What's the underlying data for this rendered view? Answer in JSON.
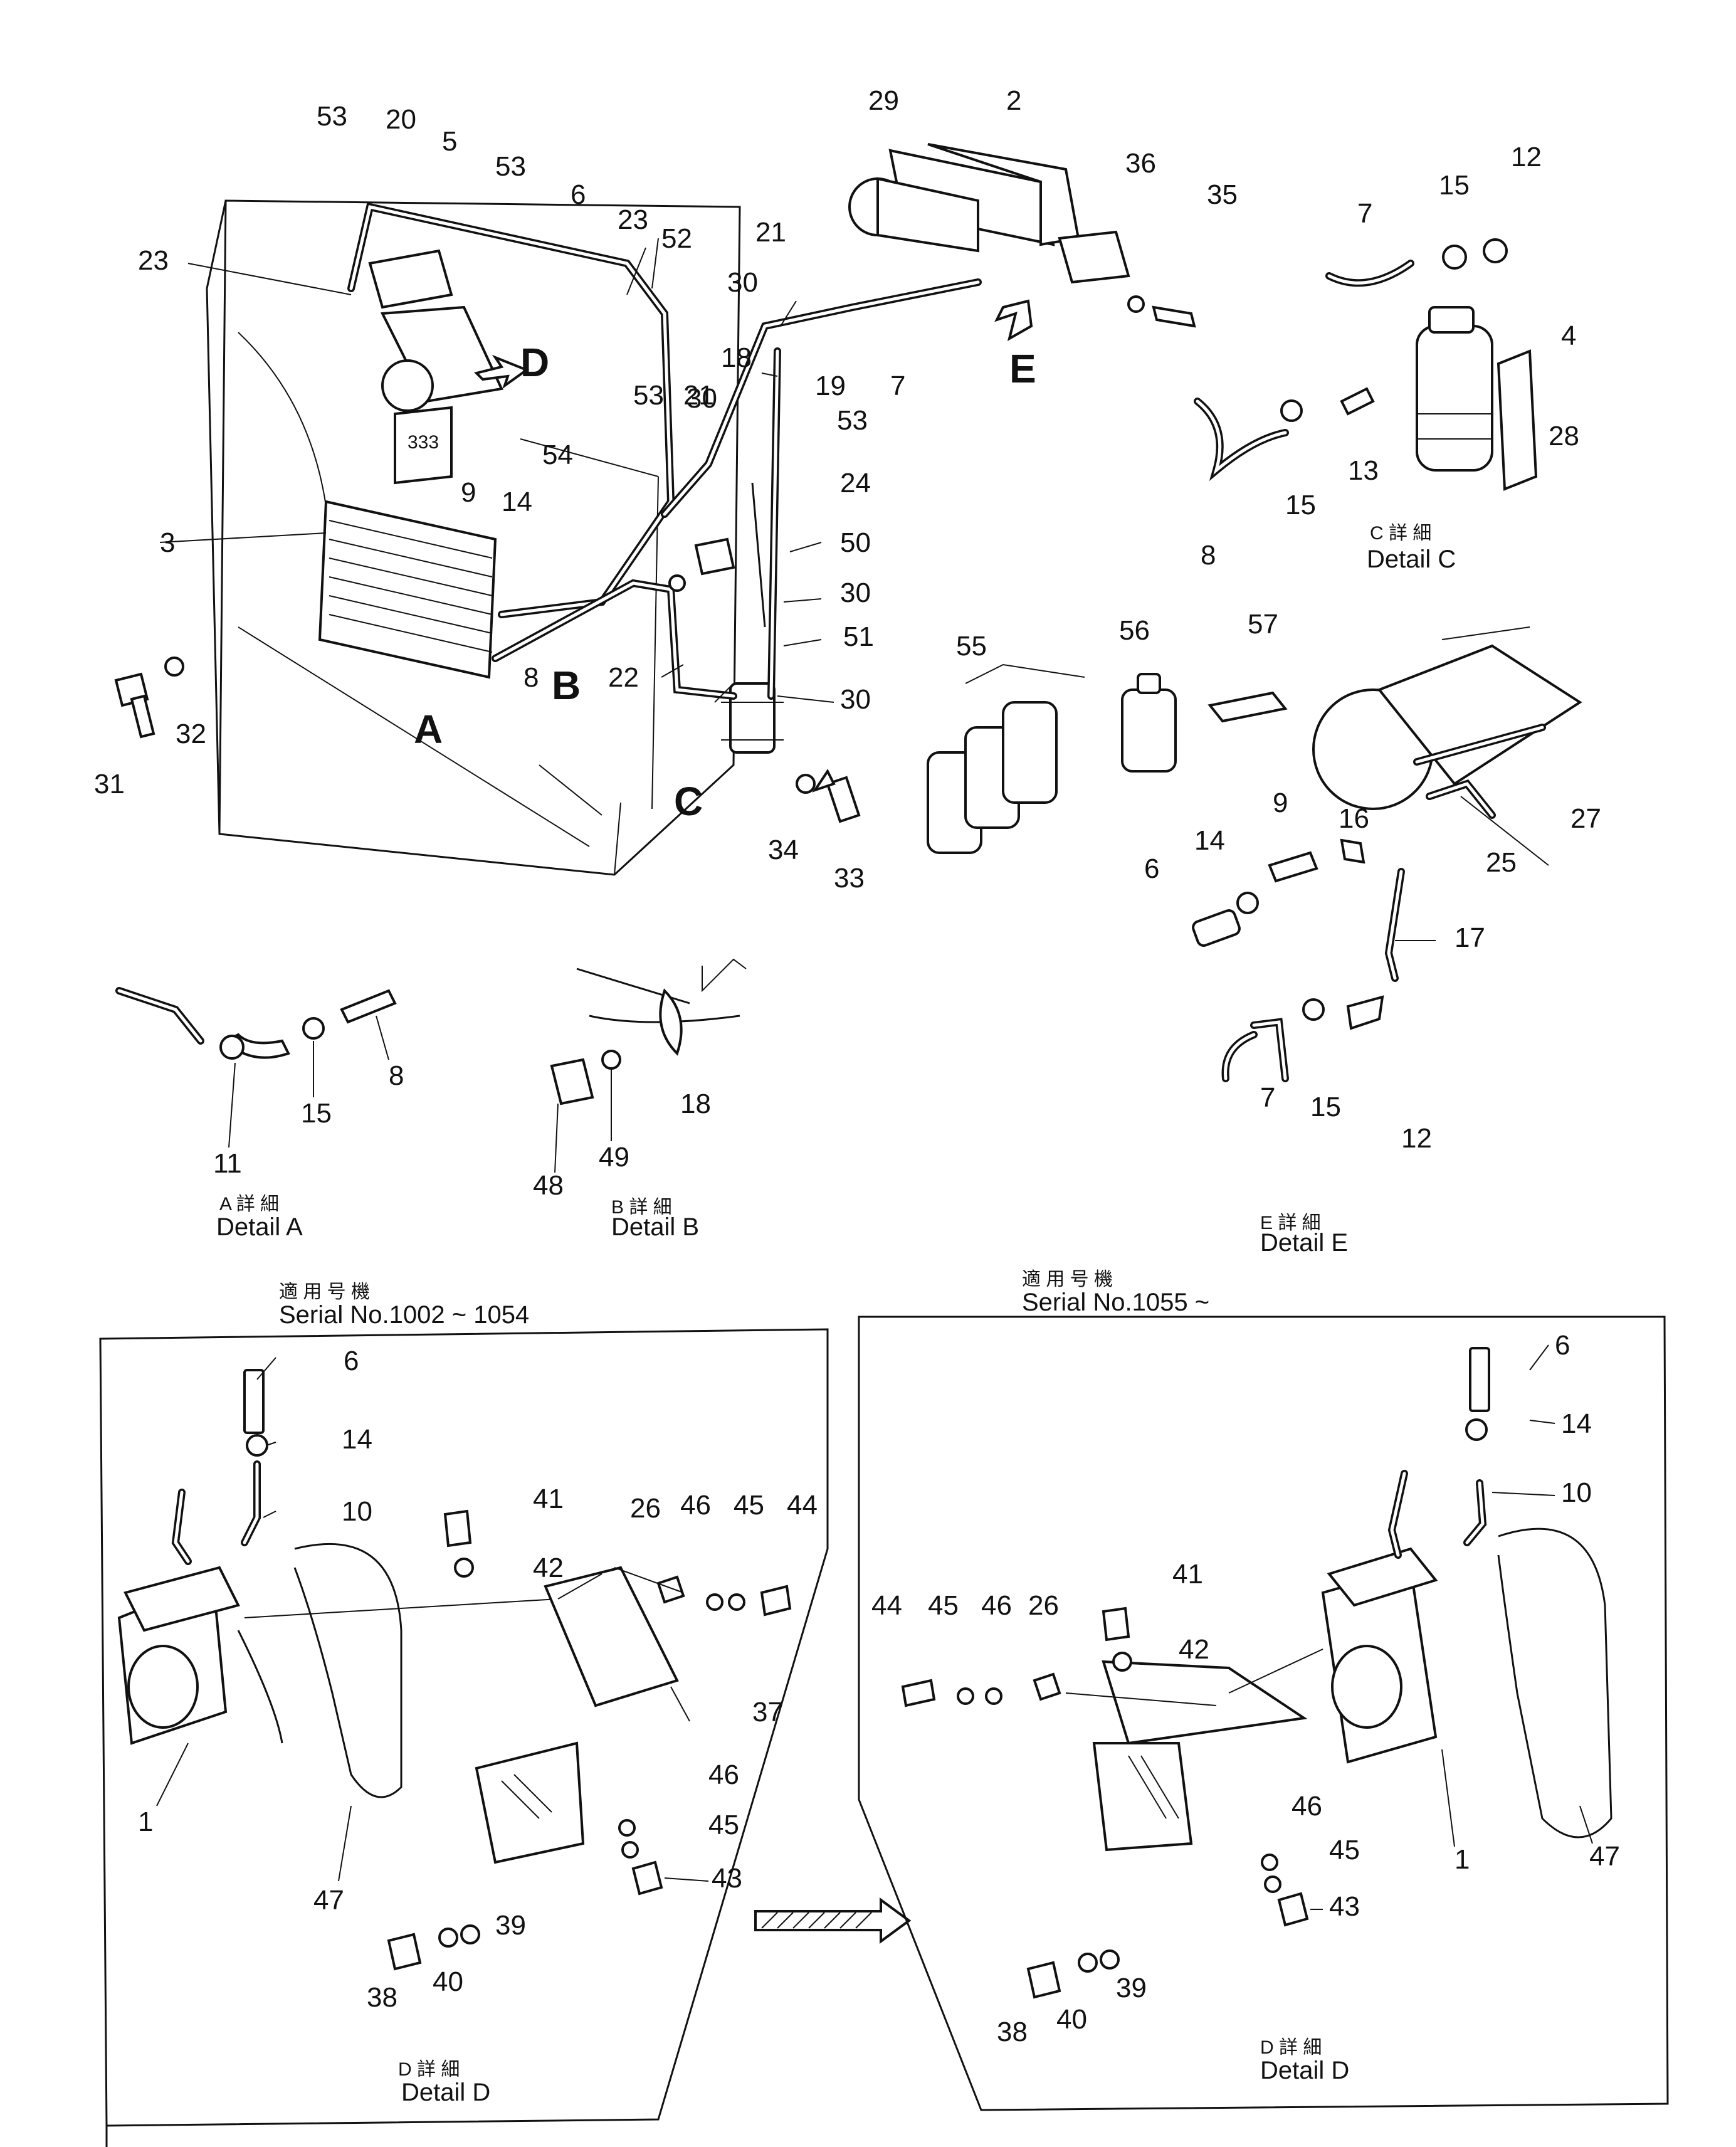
{
  "main": {
    "callouts": [
      "53",
      "20",
      "5",
      "53",
      "6",
      "23",
      "52",
      "29",
      "2",
      "36",
      "35",
      "23",
      "21",
      "30",
      "18",
      "19",
      "7",
      "D",
      "E",
      "53",
      "21",
      "54",
      "30",
      "53",
      "24",
      "9",
      "14",
      "3",
      "50",
      "30",
      "51",
      "22",
      "30",
      "A",
      "B",
      "8",
      "31",
      "32",
      "C",
      "34",
      "33",
      "55",
      "56",
      "57"
    ],
    "arrows": {
      "A": "A",
      "B": "B",
      "C": "C",
      "D": "D",
      "E": "E"
    }
  },
  "detail_c": {
    "labels": [
      "7",
      "15",
      "12",
      "4",
      "8",
      "15",
      "13",
      "28"
    ],
    "caption_cjk": "C 詳 細",
    "caption": "Detail   C"
  },
  "detail_e": {
    "labels": [
      "16",
      "9",
      "14",
      "6",
      "27",
      "25",
      "17",
      "7",
      "15",
      "12"
    ],
    "caption_cjk": "E 詳 細",
    "caption": "Detail   E"
  },
  "detail_a": {
    "labels": [
      "15",
      "8",
      "11"
    ],
    "caption_cjk": "A 詳 細",
    "caption": "Detail   A"
  },
  "detail_b": {
    "labels": [
      "48",
      "49",
      "18"
    ],
    "caption_cjk": "B 詳 細",
    "caption": "Detail   B"
  },
  "serial_left": {
    "cjk": "適 用 号 機",
    "text": "Serial   No.1002 ~ 1054",
    "labels": [
      "6",
      "14",
      "10",
      "41",
      "42",
      "26",
      "46",
      "45",
      "44",
      "37",
      "46",
      "45",
      "43",
      "1",
      "47",
      "39",
      "40",
      "38"
    ],
    "caption_cjk": "D 詳 細",
    "caption": "Detail   D"
  },
  "serial_right": {
    "cjk": "適 用 号 機",
    "text": "Serial   No.1055 ~",
    "labels": [
      "6",
      "14",
      "10",
      "41",
      "42",
      "44",
      "45",
      "46",
      "26",
      "46",
      "45",
      "43",
      "1",
      "47",
      "39",
      "40",
      "38"
    ],
    "caption_cjk": "D 詳 細",
    "caption": "Detail   D"
  }
}
